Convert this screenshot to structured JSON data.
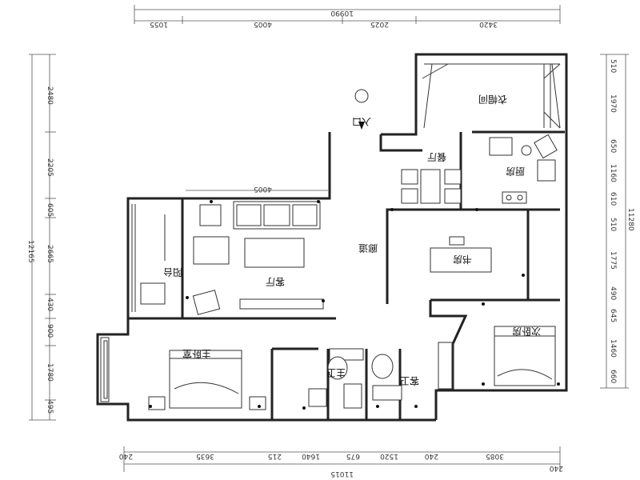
{
  "rooms": {
    "wardrobe": "衣帽间",
    "dining": "餐厅",
    "kitchen": "厨房",
    "corridor": "廊道",
    "study": "书房",
    "balcony": "阳台",
    "living": "客厅",
    "master_bed": "主卧室",
    "master_bath": "主卫",
    "guest_bath": "客卫",
    "second_bed": "次卧房",
    "entrance": "入口"
  },
  "dims": {
    "top": [
      "10990",
      "1055",
      "4005",
      "2025",
      "3420"
    ],
    "bottom": [
      "11015",
      "240",
      "3635",
      "215",
      "1640",
      "675",
      "1520",
      "240",
      "3085",
      "240"
    ],
    "left": [
      "12165",
      "2480",
      "2205",
      "605",
      "2665",
      "430",
      "900",
      "1780",
      "495"
    ],
    "right": [
      "11280",
      "510",
      "1970",
      "650",
      "1160",
      "610",
      "510",
      "1775",
      "490",
      "645",
      "1460",
      "660"
    ],
    "inner": [
      "4005"
    ]
  }
}
